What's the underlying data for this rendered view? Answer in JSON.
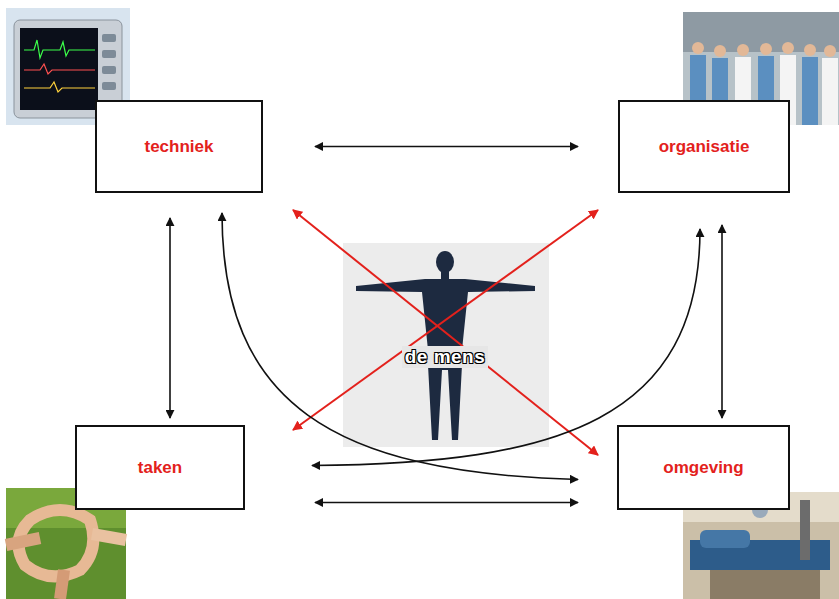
{
  "diagram": {
    "nodes": [
      {
        "text": [
          "techniek"
        ]
      },
      {
        "text": [
          "organisatie"
        ]
      },
      {
        "text": [
          "taken"
        ]
      },
      {
        "text": [
          "omgeving"
        ]
      }
    ],
    "edges": [
      {
        "from": 0,
        "to": 1,
        "arrow": "both"
      },
      {
        "from": 0,
        "to": 2,
        "arrow": "both"
      },
      {
        "from": 1,
        "to": 3,
        "arrow": "both"
      },
      {
        "from": 2,
        "to": 3,
        "arrow": "both"
      },
      {
        "from": 0,
        "to": 3,
        "arrow": "both"
      },
      {
        "from": 1,
        "to": 2,
        "arrow": "both"
      },
      {
        "from": 0,
        "to": 3,
        "arrow": "both"
      },
      {
        "from": 1,
        "to": 2,
        "arrow": "both"
      }
    ],
    "labels": [
      "de mens"
    ]
  }
}
